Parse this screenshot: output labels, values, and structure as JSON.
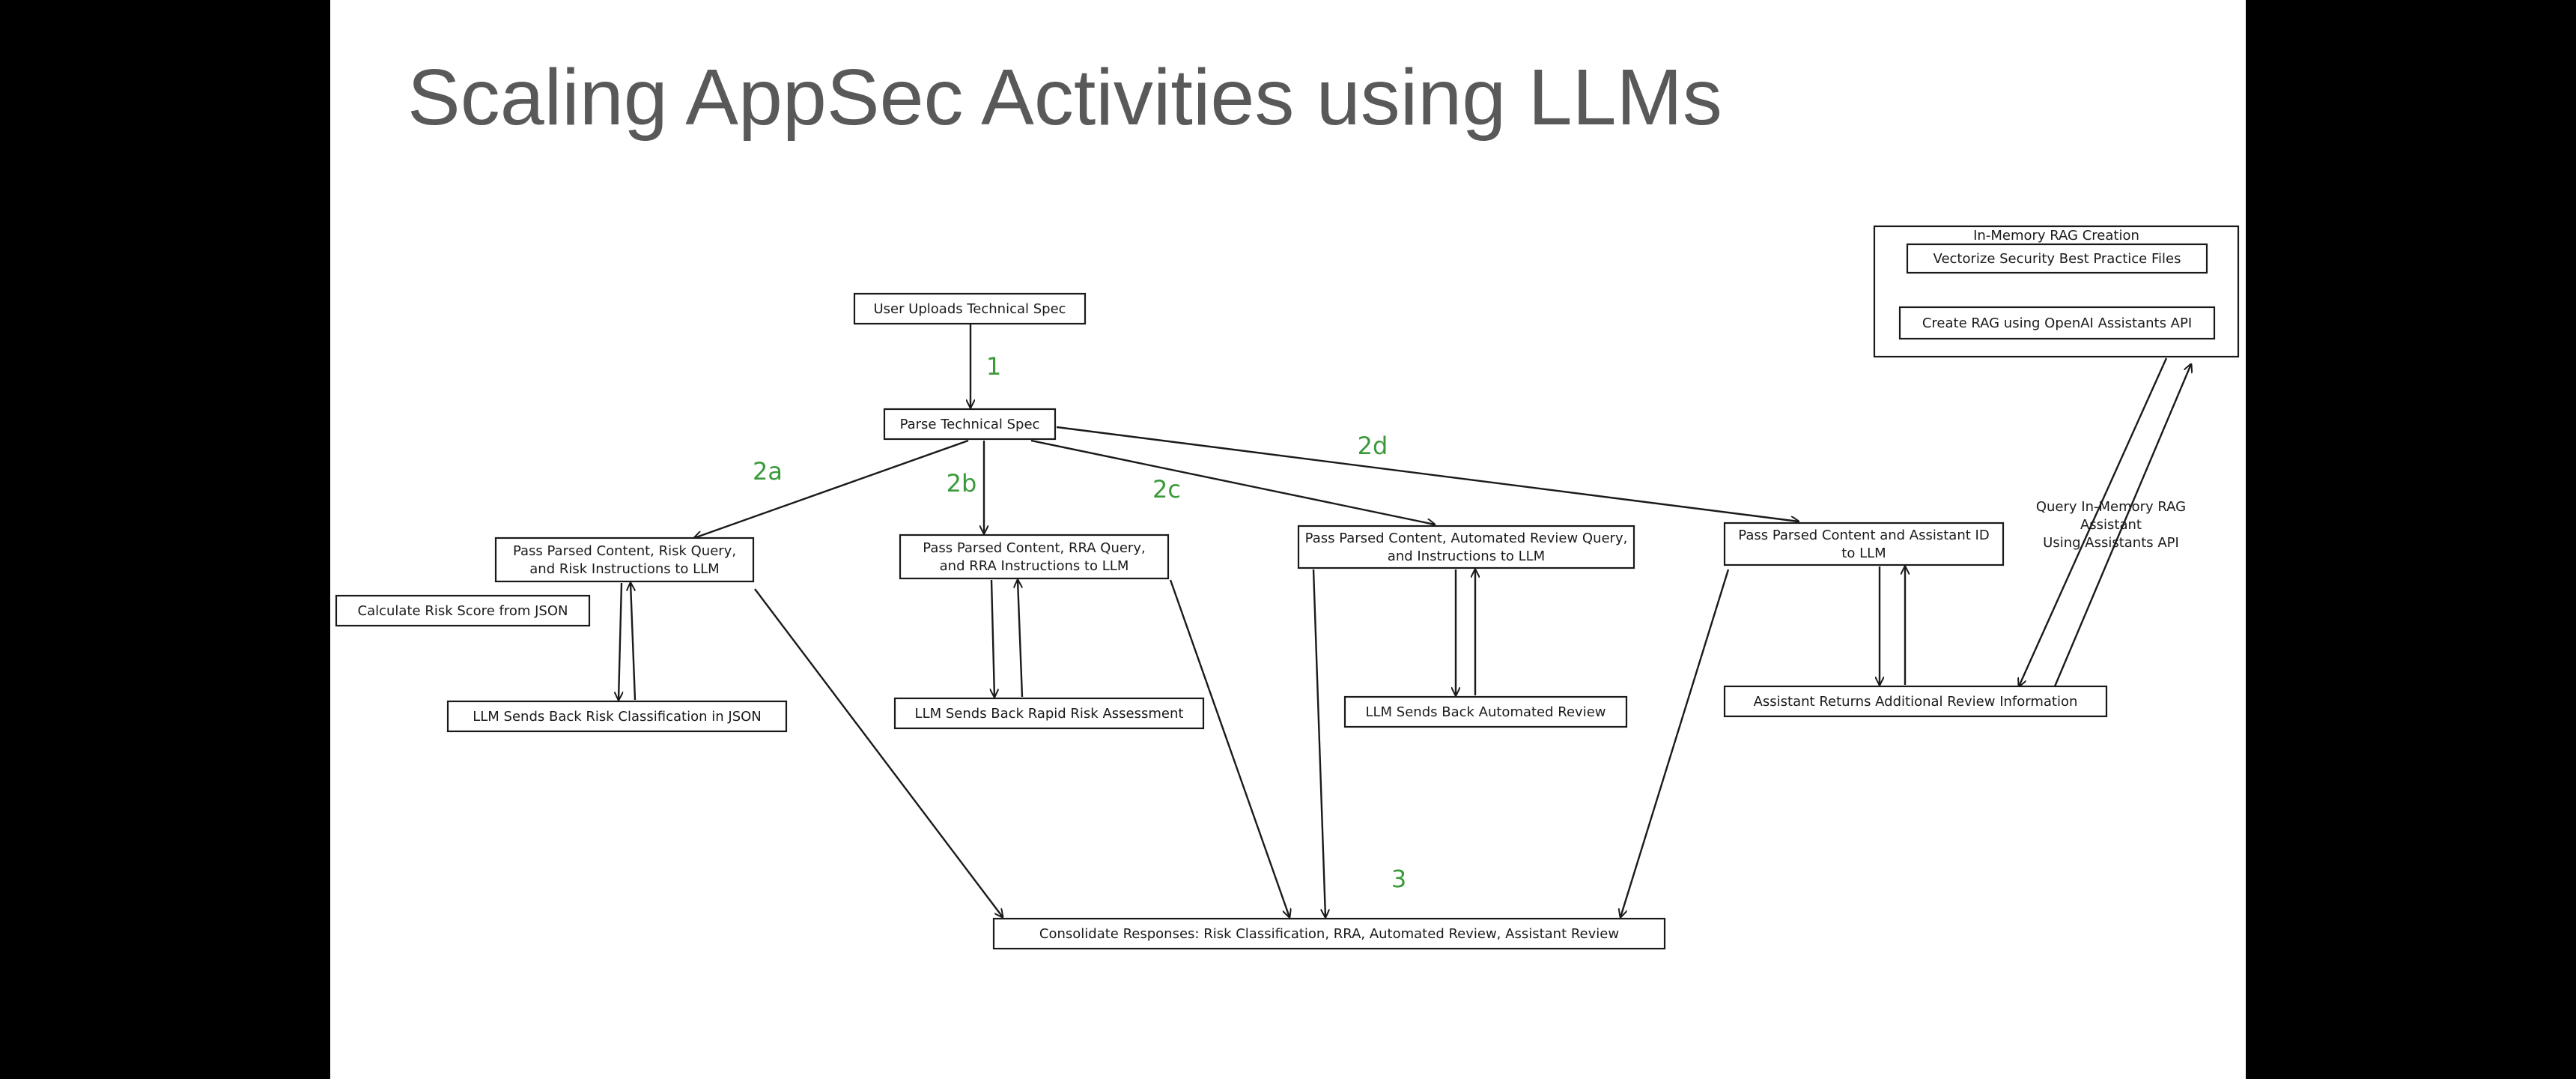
{
  "slide": {
    "title": "Scaling AppSec Activities using LLMs"
  },
  "nodes": {
    "upload": [
      "User Uploads Technical Spec"
    ],
    "parse": [
      "Parse Technical Spec"
    ],
    "risk_query": [
      "Pass Parsed Content, Risk Query,",
      "and Risk Instructions to LLM"
    ],
    "calc_risk": [
      "Calculate Risk Score from JSON"
    ],
    "llm_risk": [
      "LLM Sends Back Risk Classification in JSON"
    ],
    "rra_query": [
      "Pass Parsed Content, RRA Query,",
      "and RRA Instructions to LLM"
    ],
    "llm_rra": [
      "LLM Sends Back Rapid Risk Assessment"
    ],
    "auto_query": [
      "Pass Parsed Content, Automated Review Query,",
      "and Instructions to LLM"
    ],
    "llm_auto": [
      "LLM Sends Back Automated Review"
    ],
    "assistant_query": [
      "Pass Parsed Content and Assistant ID",
      "to LLM"
    ],
    "assistant_returns": [
      "Assistant Returns Additional Review Information"
    ],
    "consolidate": [
      "Consolidate Responses: Risk Classification, RRA, Automated Review, Assistant Review"
    ],
    "rag_group": [
      "In-Memory RAG Creation"
    ],
    "vectorize": [
      "Vectorize Security Best Practice Files"
    ],
    "create_rag": [
      "Create RAG using OpenAI Assistants API"
    ],
    "query_rag": [
      "Query In-Memory RAG",
      "Assistant",
      "Using Assistants API"
    ]
  },
  "steps": {
    "s1": "1",
    "s2a": "2a",
    "s2b": "2b",
    "s2c": "2c",
    "s2d": "2d",
    "s3": "3"
  }
}
